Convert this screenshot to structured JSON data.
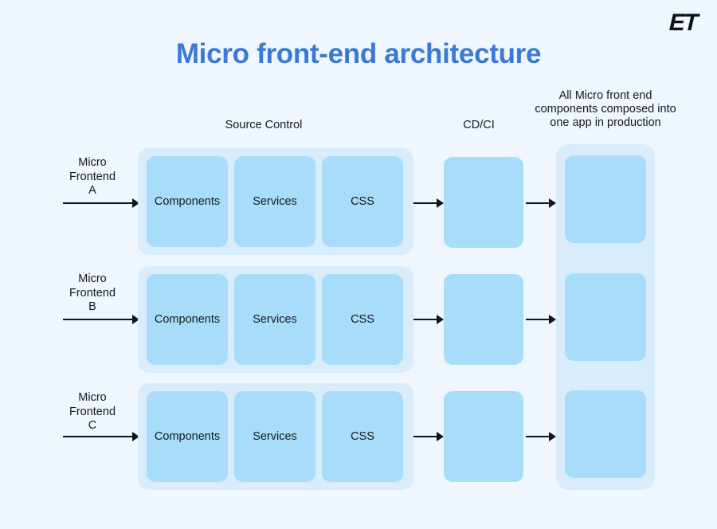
{
  "brand": {
    "logo_text": "ET"
  },
  "title": "Micro front-end architecture",
  "colors": {
    "background": "#eff6fd",
    "title_blue": "#3a79d4",
    "group_fill": "#d8ecfb",
    "card_fill": "#a8dcfb",
    "text": "#16191d",
    "arrow": "#111418"
  },
  "columns": {
    "source_control": "Source Control",
    "cd_ci": "CD/CI",
    "production_line_1": "All Micro front end",
    "production_line_2": "components composed into",
    "production_line_3": "one app in production"
  },
  "rows": [
    {
      "label_line_1": "Micro",
      "label_line_2": "Frontend",
      "label_line_3": "A",
      "cards": [
        "Components",
        "Services",
        "CSS"
      ]
    },
    {
      "label_line_1": "Micro",
      "label_line_2": "Frontend",
      "label_line_3": "B",
      "cards": [
        "Components",
        "Services",
        "CSS"
      ]
    },
    {
      "label_line_1": "Micro",
      "label_line_2": "Frontend",
      "label_line_3": "C",
      "cards": [
        "Components",
        "Services",
        "CSS"
      ]
    }
  ]
}
